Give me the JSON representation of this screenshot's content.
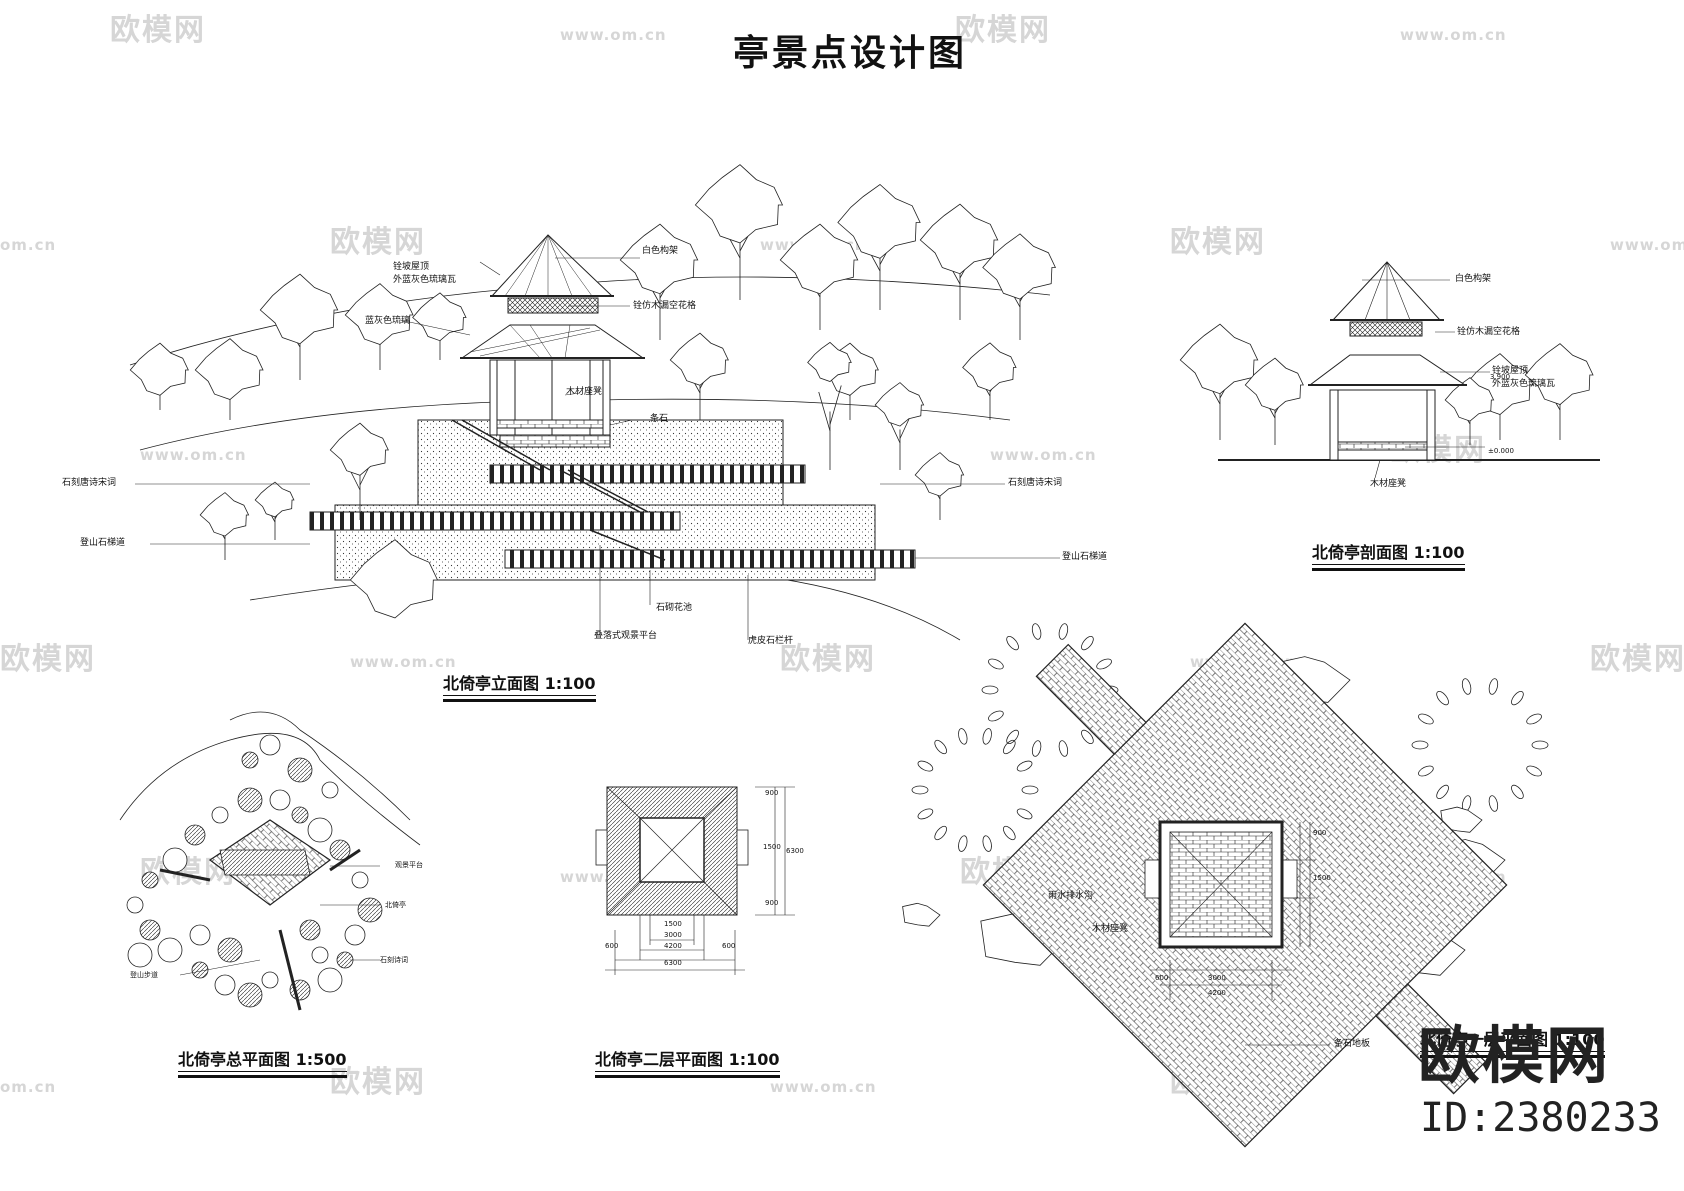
{
  "sheet_title": "亭景点设计图",
  "views": {
    "elevation": {
      "caption": "北倚亭立面图  1:100",
      "labels": {
        "white_frame": "白色构架",
        "glazed_roof_1": "铨坡屋顶",
        "glazed_roof_2": "外蓝灰色琉璃瓦",
        "wood_lattice": "铨仿木漏空花格",
        "blue_grey_glass": "蓝灰色琉璃",
        "wood_bench": "木材座凳",
        "stone_strip": "条石",
        "poem_left": "石刻唐诗宋词",
        "poem_right": "石刻唐诗宋词",
        "stairs_left": "登山石梯道",
        "stairs_right": "登山石梯道",
        "flower_bed": "石砌花池",
        "terrace": "叠落式观景平台",
        "railing": "虎皮石栏杆"
      }
    },
    "section": {
      "caption": "北倚亭剖面图  1:100",
      "labels": {
        "white_frame": "白色构架",
        "wood_lattice": "铨仿木漏空花格",
        "roof_1": "铨坡屋顶",
        "roof_2": "外蓝灰色琉璃瓦",
        "elev_mark": "3.900",
        "ground_mark": "±0.000",
        "bench": "木材座凳"
      }
    },
    "site_plan": {
      "caption": "北倚亭总平面图  1:500",
      "labels": {
        "platform": "观景平台",
        "pavilion": "北倚亭",
        "poem_stone": "石刻诗词",
        "path": "登山步道"
      }
    },
    "upper_plan": {
      "caption": "北倚亭二层平面图  1:100",
      "dims": {
        "d1500": "1500",
        "d3000": "3000",
        "d4200": "4200",
        "d6300": "6300",
        "d600a": "600",
        "d600b": "600",
        "v900a": "900",
        "v1500": "1500",
        "v900b": "900",
        "v6300": "6300"
      }
    },
    "ground_plan": {
      "caption": "北倚亭一层平面图  1:100",
      "labels": {
        "stone_floor": "条石地板",
        "wood_bench": "木材座凳",
        "rain_gutter": "雨水排水沟"
      },
      "dims": {
        "d3000": "3000",
        "d4200": "4200",
        "d600": "600",
        "v900": "900",
        "v1500": "1500"
      }
    }
  },
  "watermark": {
    "logo_text": "欧模网",
    "url": "www.om.cn",
    "url_short": "om.cn",
    "big_logo": "欧模网",
    "id_text": "ID:2380233"
  }
}
